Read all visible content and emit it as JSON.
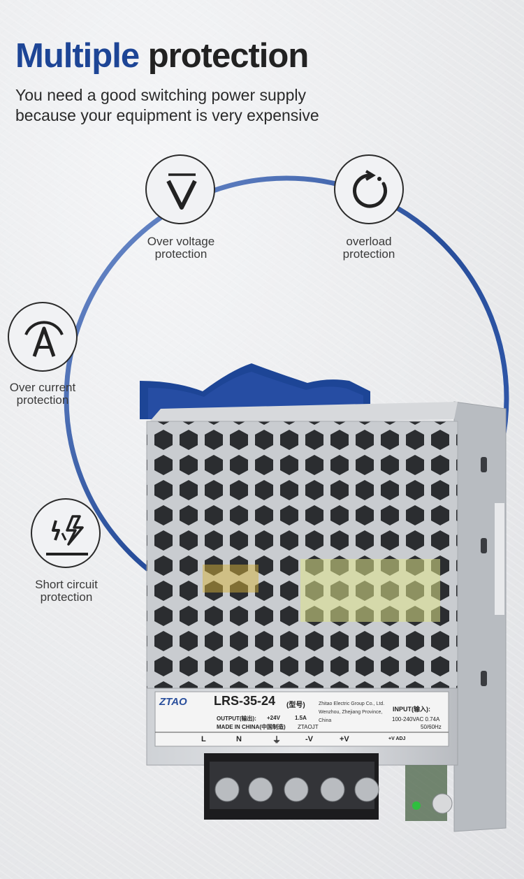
{
  "headline": {
    "part1": "Multiple",
    "part2": "protection"
  },
  "subtitle": {
    "line1": "You need a good switching power supply",
    "line2": "because your equipment is very expensive"
  },
  "colors": {
    "accent": "#1d4596",
    "text": "#222222"
  },
  "features": [
    {
      "icon": "over-voltage-icon",
      "line1": "Over voltage",
      "line2": "protection"
    },
    {
      "icon": "overload-icon",
      "line1": "overload",
      "line2": "protection"
    },
    {
      "icon": "over-current-icon",
      "line1": "Over current",
      "line2": "protection"
    },
    {
      "icon": "short-circuit-icon",
      "line1": "Short circuit",
      "line2": "protection"
    }
  ],
  "label_plate": {
    "brand": "ZTAO",
    "model": "LRS-35-24",
    "model_suffix": "(型号)",
    "company_line1": "Zhitao Electric Group Co., Ltd.",
    "company_line2": "Wenzhou, Zhejiang Province,",
    "company_line3": "China",
    "input_title": "INPUT(输入):",
    "input_spec": "100-240VAC 0.74A",
    "input_freq": "50/60Hz",
    "output_label": "OUTPUT(输出):",
    "output_spec": "+24V",
    "output_current": "1.5A",
    "made_in": "MADE IN CHINA(中国制造)",
    "maker_code": "ZTAOJT",
    "terminals": [
      "L",
      "N",
      "⏚",
      "-V",
      "+V"
    ],
    "adj_label": "+V ADJ"
  }
}
